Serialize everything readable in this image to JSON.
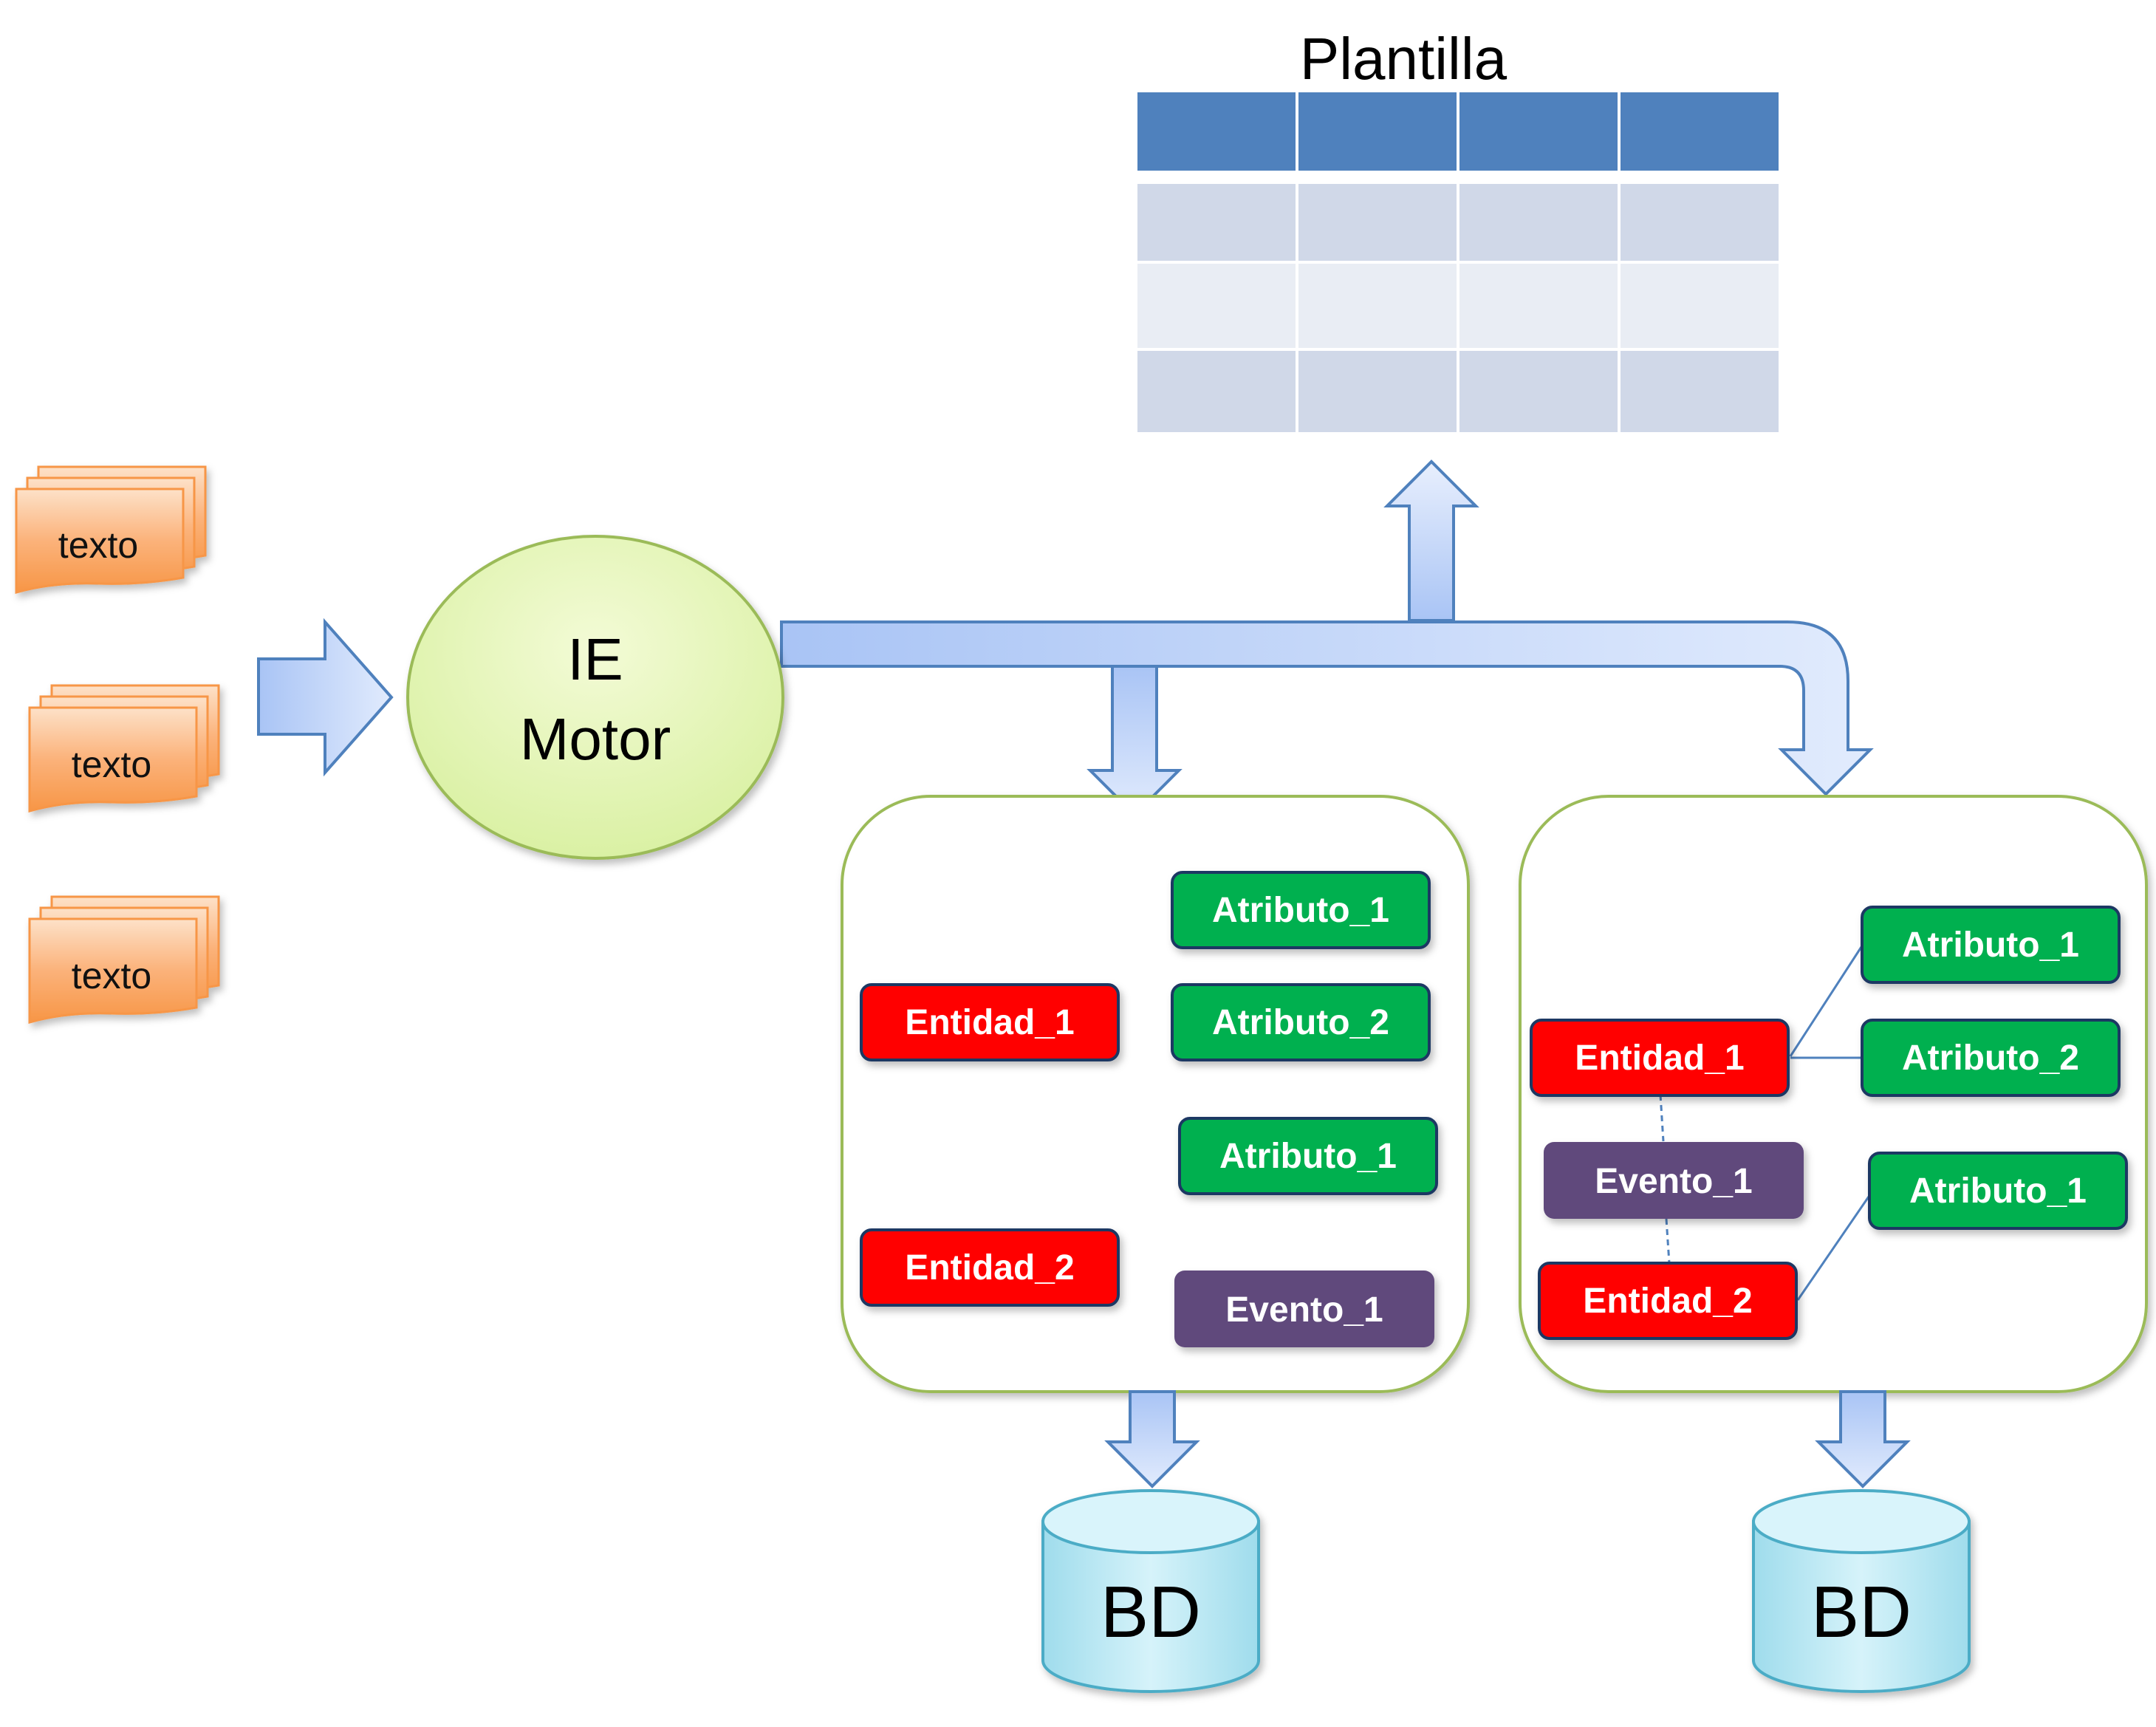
{
  "template": {
    "title": "Plantilla",
    "columns": 4,
    "header_color": "#4f81bd",
    "row_colors": [
      "#d0d8e8",
      "#e9edf4",
      "#d0d8e8"
    ]
  },
  "inputs": [
    {
      "label": "texto"
    },
    {
      "label": "texto"
    },
    {
      "label": "texto"
    }
  ],
  "engine": {
    "line1": "IE",
    "line2": "Motor"
  },
  "left_panel": {
    "entity_1": "Entidad_1",
    "entity_2": "Entidad_2",
    "attr_a": "Atributo_1",
    "attr_b": "Atributo_2",
    "attr_c": "Atributo_1",
    "event": "Evento_1"
  },
  "right_panel": {
    "entity_1": "Entidad_1",
    "entity_2": "Entidad_2",
    "attr_a": "Atributo_1",
    "attr_b": "Atributo_2",
    "attr_c": "Atributo_1",
    "event": "Evento_1"
  },
  "databases": [
    {
      "label": "BD"
    },
    {
      "label": "BD"
    }
  ],
  "colors": {
    "entity": "#ff0000",
    "attribute": "#00b050",
    "event": "#604a7b",
    "document": "#fbb27a",
    "engine": "#e4f5b3",
    "database": "#bfe9f3",
    "arrow": "#b4cdfa"
  }
}
